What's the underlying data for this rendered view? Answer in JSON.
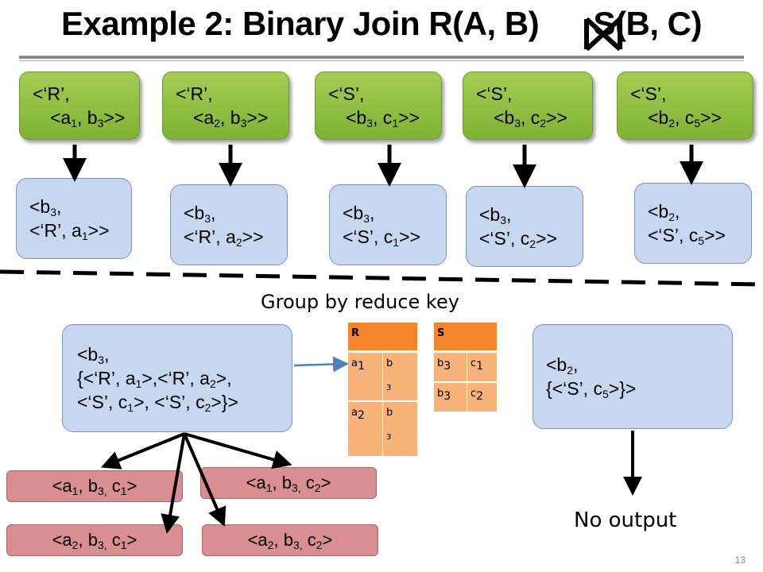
{
  "title": "Example 2: Binary Join R(A, B) ⋈ S(B, C)",
  "title_left": "Example 2: Binary Join R(A, B)",
  "title_right": "S(B, C)",
  "map_inputs": [
    {
      "line1": "<‘R’,",
      "pre": "<a",
      "s1": "1",
      "mid": ", b",
      "s2": "3",
      "post": ">>"
    },
    {
      "line1": "<‘R’,",
      "pre": "<a",
      "s1": "2",
      "mid": ", b",
      "s2": "3",
      "post": ">>"
    },
    {
      "line1": "<‘S’,",
      "pre": "<b",
      "s1": "3",
      "mid": ", c",
      "s2": "1",
      "post": ">>"
    },
    {
      "line1": "<‘S’,",
      "pre": "<b",
      "s1": "3",
      "mid": ", c",
      "s2": "2",
      "post": ">>"
    },
    {
      "line1": "<‘S’,",
      "pre": "<b",
      "s1": "2",
      "mid": ", c",
      "s2": "5",
      "post": ">>"
    }
  ],
  "map_outputs": [
    {
      "pre": "<b",
      "s1": "3",
      "l1post": ",",
      "l2pre": "<‘R’, a",
      "s2": "1",
      "post": ">>"
    },
    {
      "pre": "<b",
      "s1": "3",
      "l1post": ",",
      "l2pre": "<‘R’, a",
      "s2": "2",
      "post": ">>"
    },
    {
      "pre": "<b",
      "s1": "3",
      "l1post": ",",
      "l2pre": "<‘S’, c",
      "s2": "1",
      "post": ">>"
    },
    {
      "pre": "<b",
      "s1": "3",
      "l1post": ",",
      "l2pre": "<‘S’, c",
      "s2": "2",
      "post": ">>"
    },
    {
      "pre": "<b",
      "s1": "2",
      "l1post": ",",
      "l2pre": "<‘S’, c",
      "s2": "5",
      "post": ">>"
    }
  ],
  "group_label": "Group by reduce key",
  "group_b3": {
    "l1_pre": "<b",
    "l1_sub": "3",
    "l1_post": ",",
    "l2_a": "{<‘R’, a",
    "l2_s1": "1",
    "l2_b": ">,<‘R’, a",
    "l2_s2": "2",
    "l2_c": ">,",
    "l3_a": "<‘S’, c",
    "l3_s1": "1",
    "l3_b": ">, <‘S’, c",
    "l3_s2": "2",
    "l3_c": ">}>"
  },
  "group_b2": {
    "l1_pre": "<b",
    "l1_sub": "2",
    "l1_post": ",",
    "l2_a": "{<‘S’, c",
    "l2_s1": "5",
    "l2_b": ">}>"
  },
  "table_r": {
    "header": "R",
    "rows": [
      {
        "a": "a",
        "a_sub": "1",
        "b": "b",
        "b_sub": "3"
      },
      {
        "a": "a",
        "a_sub": "2",
        "b": "b",
        "b_sub": "3"
      }
    ]
  },
  "table_s": {
    "header": "S",
    "rows": [
      {
        "b": "b",
        "b_sub": "3",
        "c": "c",
        "c_sub": "1"
      },
      {
        "b": "b",
        "b_sub": "3",
        "c": "c",
        "c_sub": "2"
      }
    ]
  },
  "results": [
    {
      "a": "<a",
      "s1": "1",
      "b": ", b",
      "s2": "3,",
      "c": " c",
      "s3": "1",
      "d": ">"
    },
    {
      "a": "<a",
      "s1": "1",
      "b": ", b",
      "s2": "3,",
      "c": " c",
      "s3": "2",
      "d": ">"
    },
    {
      "a": "<a",
      "s1": "2",
      "b": ", b",
      "s2": "3,",
      "c": " c",
      "s3": "1",
      "d": ">"
    },
    {
      "a": "<a",
      "s1": "2",
      "b": ", b",
      "s2": "3,",
      "c": " c",
      "s3": "2",
      "d": ">"
    }
  ],
  "no_output": "No output",
  "page_number": "13",
  "colors": {
    "green": "#8fc043",
    "blue": "#c6d7ef",
    "pink": "#d98e92",
    "orange": "#f4852a",
    "arrow_blue": "#4f81bd"
  }
}
